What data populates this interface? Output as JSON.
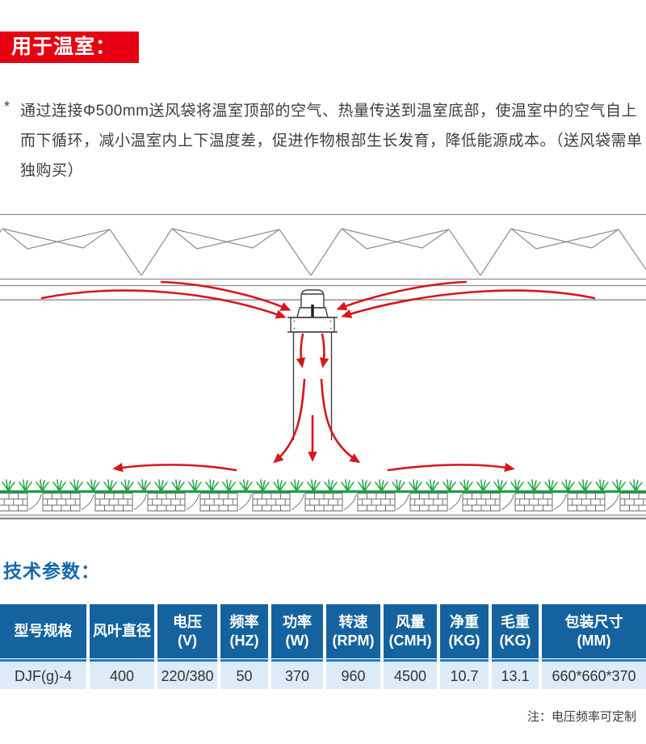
{
  "colors": {
    "banner_bg": "#e60012",
    "title_blue": "#1568a9",
    "table_header_bg": "#15639e",
    "table_row_bg": "#dcebf7",
    "table_row_top_border": "#1a7dc2",
    "arrow_red": "#d6161e",
    "structure_gray": "#8d8d8d",
    "fan_outline": "#3f3f3f",
    "grass_green": "#21a344",
    "ground_line_green": "#1d9e3c",
    "brick_gray": "#6f6f6f",
    "body_text": "#3e3e3e"
  },
  "banner": {
    "label": "用于温室："
  },
  "description": {
    "bullet": "*",
    "lines": [
      "通过连接Φ500mm送风袋将温室顶部的空气、热量传送到温室底部，使温室中的空气自上",
      "而下循环，减小温室内上下温度差，促进作物根部生长发育，降低能源成本。（送风袋需单",
      "独购买）"
    ]
  },
  "diagram": {
    "name": "greenhouse-airflow-cross-section"
  },
  "specs": {
    "title": "技术参数：",
    "note": "注：电压频率可定制",
    "table": {
      "headers": [
        {
          "l1": "型号规格"
        },
        {
          "l1": "风叶直径"
        },
        {
          "l1": "电压",
          "l2": "(V)"
        },
        {
          "l1": "频率",
          "l2": "(HZ)"
        },
        {
          "l1": "功率",
          "l2": "(W)"
        },
        {
          "l1": "转速",
          "l2": "(RPM)"
        },
        {
          "l1": "风量",
          "l2": "(CMH)"
        },
        {
          "l1": "净重",
          "l2": "(KG)"
        },
        {
          "l1": "毛重",
          "l2": "(KG)"
        },
        {
          "l1": "包装尺寸",
          "l2": "(MM)"
        }
      ],
      "rows": [
        [
          "DJF(g)-4",
          "400",
          "220/380",
          "50",
          "370",
          "960",
          "4500",
          "10.7",
          "13.1",
          "660*660*370"
        ]
      ]
    }
  }
}
